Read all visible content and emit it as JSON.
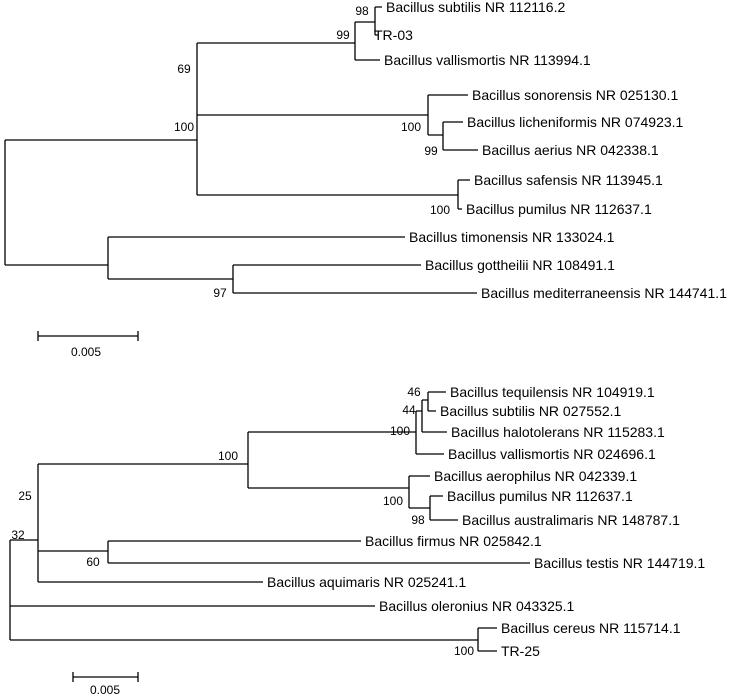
{
  "tree1": {
    "leaves": [
      "Bacillus subtilis NR 112116.2",
      "TR-03",
      "Bacillus vallismortis NR 113994.1",
      "Bacillus sonorensis NR 025130.1",
      "Bacillus licheniformis NR 074923.1",
      "Bacillus aerius NR 042338.1",
      "Bacillus safensis NR 113945.1",
      "Bacillus pumilus NR 112637.1",
      "Bacillus timonensis NR 133024.1",
      "Bacillus gottheilii NR 108491.1",
      "Bacillus mediterraneensis NR 144741.1"
    ],
    "bootstraps": [
      "98",
      "99",
      "69",
      "100",
      "99",
      "100",
      "100",
      "97"
    ],
    "scale_label": "0.005"
  },
  "tree2": {
    "leaves": [
      "Bacillus tequilensis NR 104919.1",
      "Bacillus subtilis NR 027552.1",
      "Bacillus halotolerans NR 115283.1",
      "Bacillus vallismortis NR 024696.1",
      "Bacillus aerophilus NR 042339.1",
      "Bacillus pumilus NR 112637.1",
      "Bacillus australimaris NR 148787.1",
      "Bacillus firmus NR 025842.1",
      "Bacillus testis NR 144719.1",
      "Bacillus aquimaris NR 025241.1",
      "Bacillus oleronius NR 043325.1",
      "Bacillus cereus NR 115714.1",
      "TR-25"
    ],
    "bootstraps": [
      "46",
      "44",
      "100",
      "100",
      "98",
      "25",
      "60",
      "32",
      "100"
    ],
    "scale_label": "0.005"
  }
}
